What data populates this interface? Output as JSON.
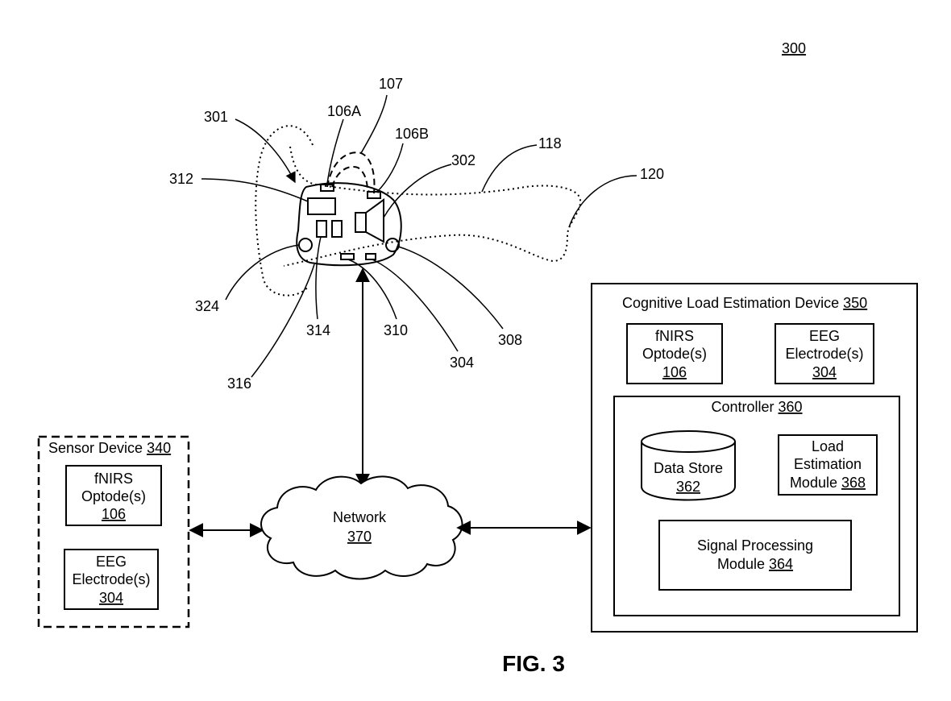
{
  "figure_ref": "300",
  "figure_caption": "FIG. 3",
  "device_labels": {
    "l301": "301",
    "l106a": "106A",
    "l107": "107",
    "l106b": "106B",
    "l302": "302",
    "l118": "118",
    "l120": "120",
    "l312": "312",
    "l324": "324",
    "l314": "314",
    "l310": "310",
    "l304": "304",
    "l308": "308",
    "l316": "316"
  },
  "sensor_device": {
    "title": "Sensor Device",
    "ref": "340",
    "fnirs": {
      "line1": "fNIRS",
      "line2": "Optode(s)",
      "ref": "106"
    },
    "eeg": {
      "line1": "EEG",
      "line2": "Electrode(s)",
      "ref": "304"
    }
  },
  "network": {
    "label": "Network",
    "ref": "370"
  },
  "cle_device": {
    "title": "Cognitive Load Estimation Device",
    "ref": "350",
    "fnirs": {
      "line1": "fNIRS",
      "line2": "Optode(s)",
      "ref": "106"
    },
    "eeg": {
      "line1": "EEG",
      "line2": "Electrode(s)",
      "ref": "304"
    },
    "controller": {
      "title": "Controller",
      "ref": "360",
      "data_store": {
        "label": "Data Store",
        "ref": "362"
      },
      "load_module": {
        "line1": "Load",
        "line2": "Estimation",
        "line3": "Module",
        "ref": "368"
      },
      "signal_module": {
        "line1": "Signal Processing",
        "line2": "Module",
        "ref": "364"
      }
    }
  }
}
